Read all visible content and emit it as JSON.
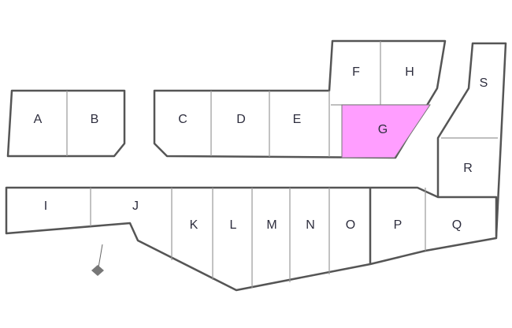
{
  "title": "Subdivision lot plan",
  "highlight_color": "#ff9eff",
  "selected_lot": "G",
  "lots": [
    "A",
    "B",
    "C",
    "D",
    "E",
    "F",
    "G",
    "H",
    "I",
    "J",
    "K",
    "L",
    "M",
    "N",
    "O",
    "P",
    "Q",
    "R",
    "S"
  ]
}
